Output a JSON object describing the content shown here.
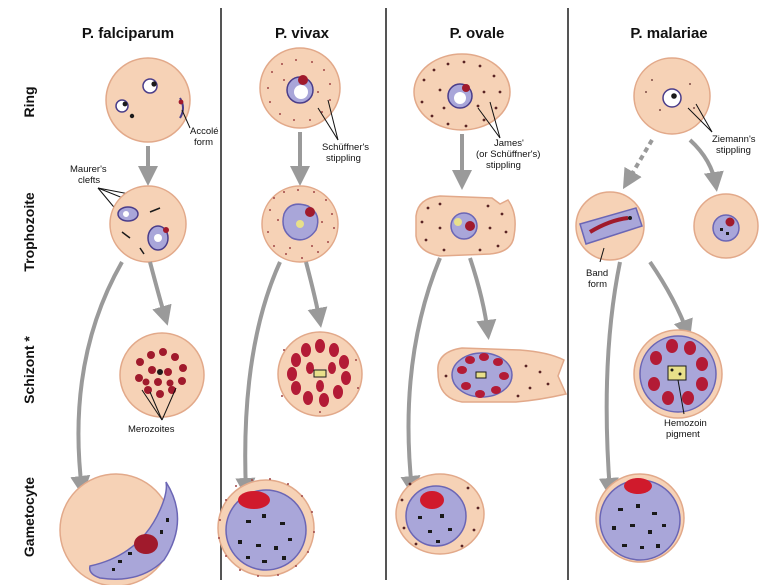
{
  "columns": [
    "P. falciparum",
    "P. vivax",
    "P. ovale",
    "P. malariae"
  ],
  "rows": [
    "Ring",
    "Trophozoite",
    "Schizont *",
    "Gametocyte"
  ],
  "labels": {
    "accole_1": "Accolé",
    "accole_2": "form",
    "maurer_1": "Maurer's",
    "maurer_2": "clefts",
    "merozoites": "Merozoites",
    "schuffner_1": "Schüffner's",
    "schuffner_2": "stippling",
    "james_1": "James'",
    "james_2": "(or Schüffner's)",
    "james_3": "stippling",
    "ziemann_1": "Ziemann's",
    "ziemann_2": "stippling",
    "band_1": "Band",
    "band_2": "form",
    "hemozoin_1": "Hemozoin",
    "hemozoin_2": "pigment"
  },
  "colors": {
    "cell": "#f6d2b6",
    "cell_edge": "#e2a98a",
    "cytoplasm": "#a9a6d9",
    "cytoplasm_edge": "#6b66b5",
    "chromatin": "#a01a2c",
    "merozoite": "#b31b36",
    "stipple": "#8b2d2d",
    "arrow": "#9a9a9a",
    "pigment": "#d8cf6a",
    "divider": "#555555"
  }
}
